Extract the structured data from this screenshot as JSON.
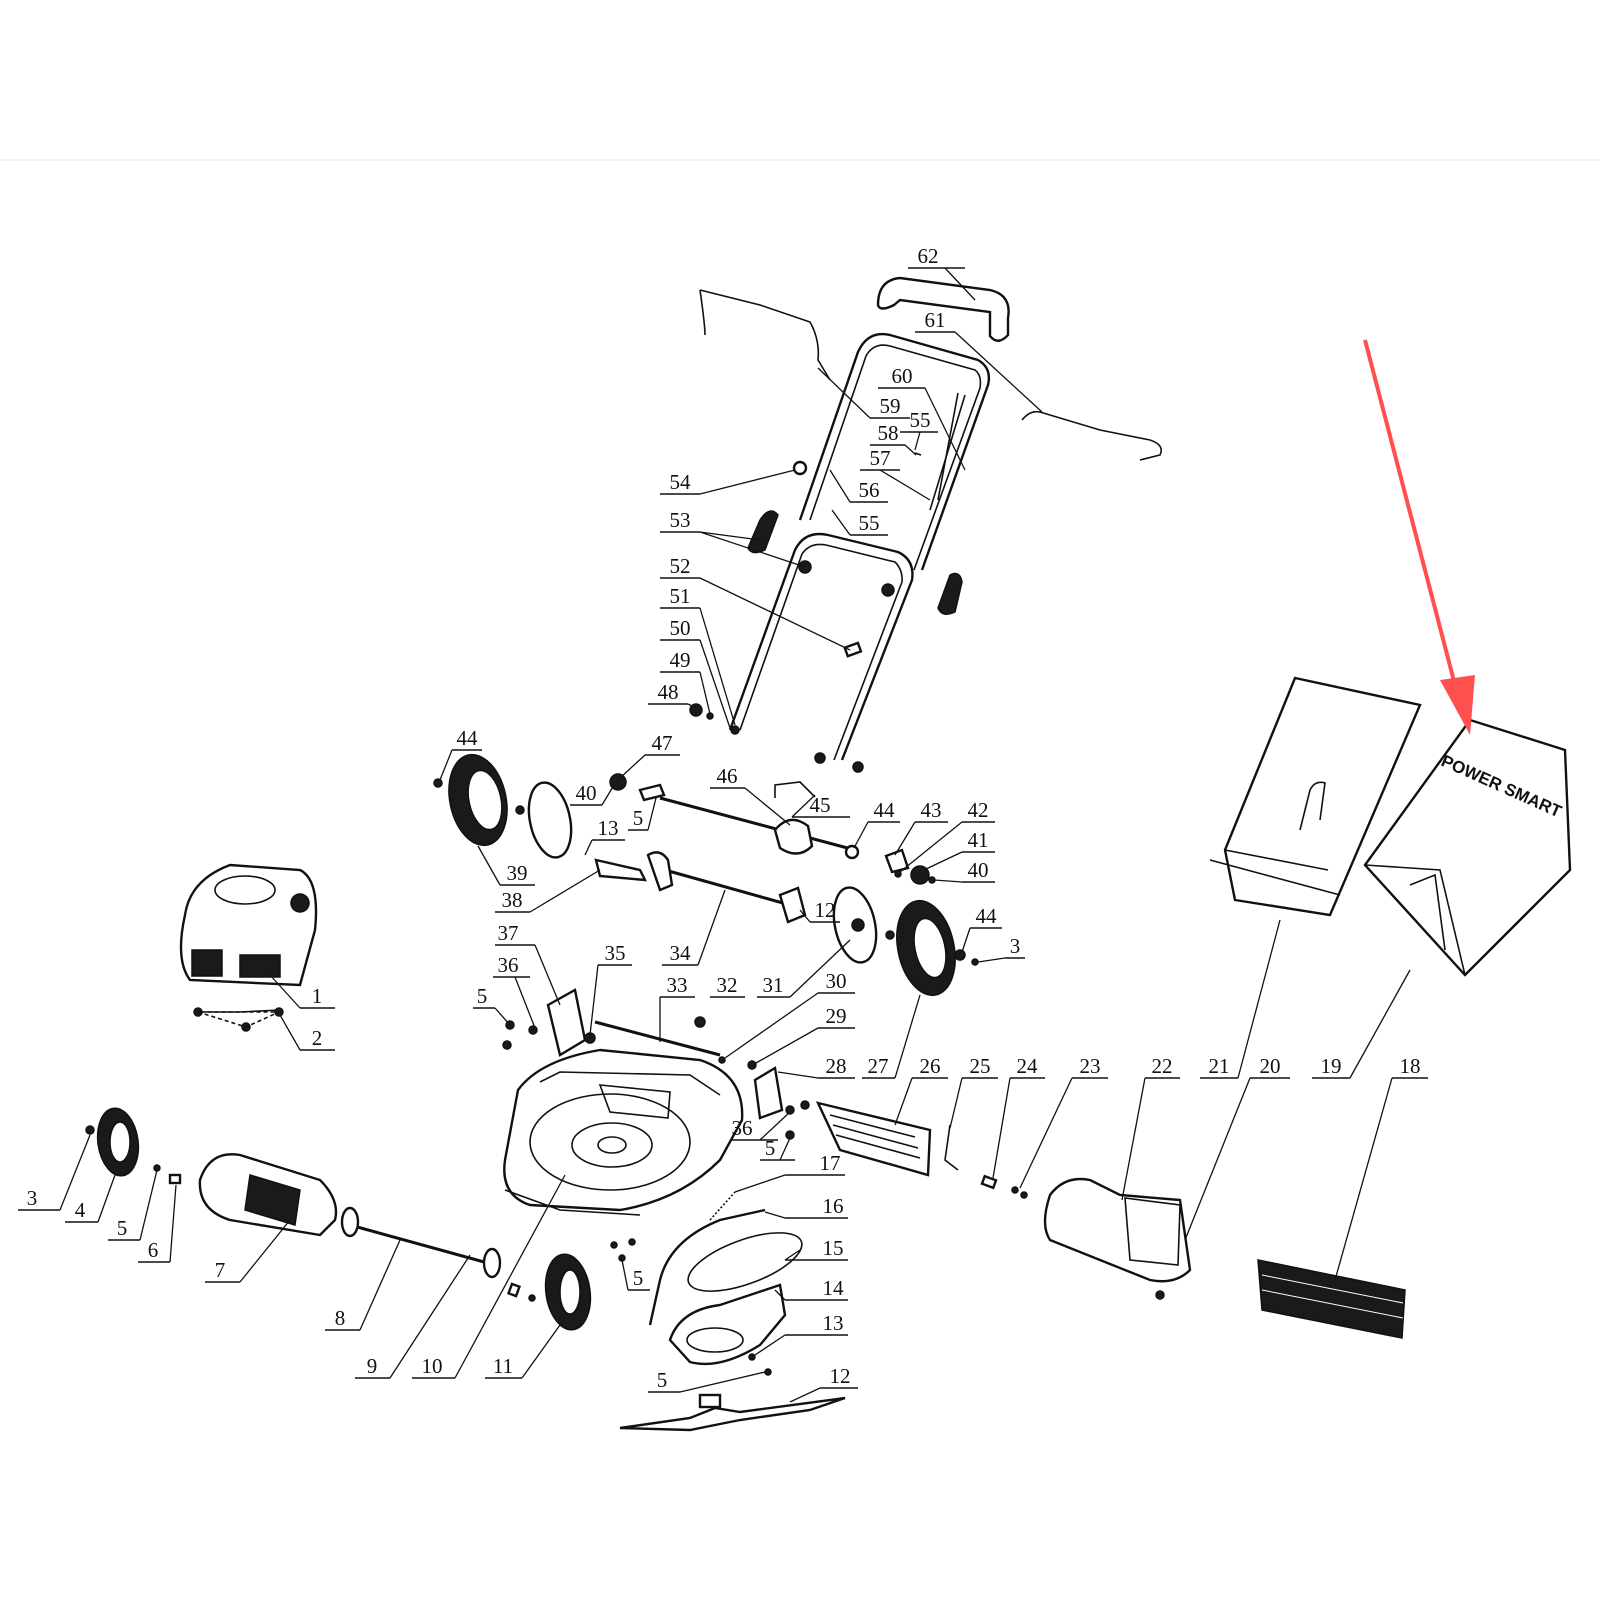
{
  "diagram": {
    "brand_text": "POWER SMART",
    "arrow_color": "#ff4f4f",
    "line_color": "#111111",
    "labels": [
      {
        "id": "l62",
        "text": "62"
      },
      {
        "id": "l61",
        "text": "61"
      },
      {
        "id": "l60",
        "text": "60"
      },
      {
        "id": "l59",
        "text": "59"
      },
      {
        "id": "l55a",
        "text": "55"
      },
      {
        "id": "l58",
        "text": "58"
      },
      {
        "id": "l57",
        "text": "57"
      },
      {
        "id": "l54",
        "text": "54"
      },
      {
        "id": "l56",
        "text": "56"
      },
      {
        "id": "l55b",
        "text": "55"
      },
      {
        "id": "l53",
        "text": "53"
      },
      {
        "id": "l52",
        "text": "52"
      },
      {
        "id": "l51",
        "text": "51"
      },
      {
        "id": "l50",
        "text": "50"
      },
      {
        "id": "l49",
        "text": "49"
      },
      {
        "id": "l48",
        "text": "48"
      },
      {
        "id": "l44a",
        "text": "44"
      },
      {
        "id": "l47",
        "text": "47"
      },
      {
        "id": "l40a",
        "text": "40"
      },
      {
        "id": "l46",
        "text": "46"
      },
      {
        "id": "l5a",
        "text": "5"
      },
      {
        "id": "l45",
        "text": "45"
      },
      {
        "id": "l44b",
        "text": "44"
      },
      {
        "id": "l43",
        "text": "43"
      },
      {
        "id": "l42",
        "text": "42"
      },
      {
        "id": "l13a",
        "text": "13"
      },
      {
        "id": "l41",
        "text": "41"
      },
      {
        "id": "l40b",
        "text": "40"
      },
      {
        "id": "l39",
        "text": "39"
      },
      {
        "id": "l38",
        "text": "38"
      },
      {
        "id": "l12a",
        "text": "12"
      },
      {
        "id": "l44c",
        "text": "44"
      },
      {
        "id": "l3a",
        "text": "3"
      },
      {
        "id": "l1",
        "text": "1"
      },
      {
        "id": "l37",
        "text": "37"
      },
      {
        "id": "l35",
        "text": "35"
      },
      {
        "id": "l34",
        "text": "34"
      },
      {
        "id": "l36a",
        "text": "36"
      },
      {
        "id": "l33",
        "text": "33"
      },
      {
        "id": "l32",
        "text": "32"
      },
      {
        "id": "l31",
        "text": "31"
      },
      {
        "id": "l30",
        "text": "30"
      },
      {
        "id": "l5b",
        "text": "5"
      },
      {
        "id": "l2",
        "text": "2"
      },
      {
        "id": "l29",
        "text": "29"
      },
      {
        "id": "l28",
        "text": "28"
      },
      {
        "id": "l27",
        "text": "27"
      },
      {
        "id": "l26",
        "text": "26"
      },
      {
        "id": "l25",
        "text": "25"
      },
      {
        "id": "l24",
        "text": "24"
      },
      {
        "id": "l23",
        "text": "23"
      },
      {
        "id": "l22",
        "text": "22"
      },
      {
        "id": "l21",
        "text": "21"
      },
      {
        "id": "l20",
        "text": "20"
      },
      {
        "id": "l19",
        "text": "19"
      },
      {
        "id": "l18",
        "text": "18"
      },
      {
        "id": "l36b",
        "text": "36"
      },
      {
        "id": "l5c",
        "text": "5"
      },
      {
        "id": "l3b",
        "text": "3"
      },
      {
        "id": "l4",
        "text": "4"
      },
      {
        "id": "l5d",
        "text": "5"
      },
      {
        "id": "l6",
        "text": "6"
      },
      {
        "id": "l7",
        "text": "7"
      },
      {
        "id": "l17",
        "text": "17"
      },
      {
        "id": "l16",
        "text": "16"
      },
      {
        "id": "l15",
        "text": "15"
      },
      {
        "id": "l8",
        "text": "8"
      },
      {
        "id": "l5e",
        "text": "5"
      },
      {
        "id": "l14",
        "text": "14"
      },
      {
        "id": "l9",
        "text": "9"
      },
      {
        "id": "l10",
        "text": "10"
      },
      {
        "id": "l11",
        "text": "11"
      },
      {
        "id": "l13b",
        "text": "13"
      },
      {
        "id": "l5f",
        "text": "5"
      },
      {
        "id": "l12b",
        "text": "12"
      }
    ]
  }
}
